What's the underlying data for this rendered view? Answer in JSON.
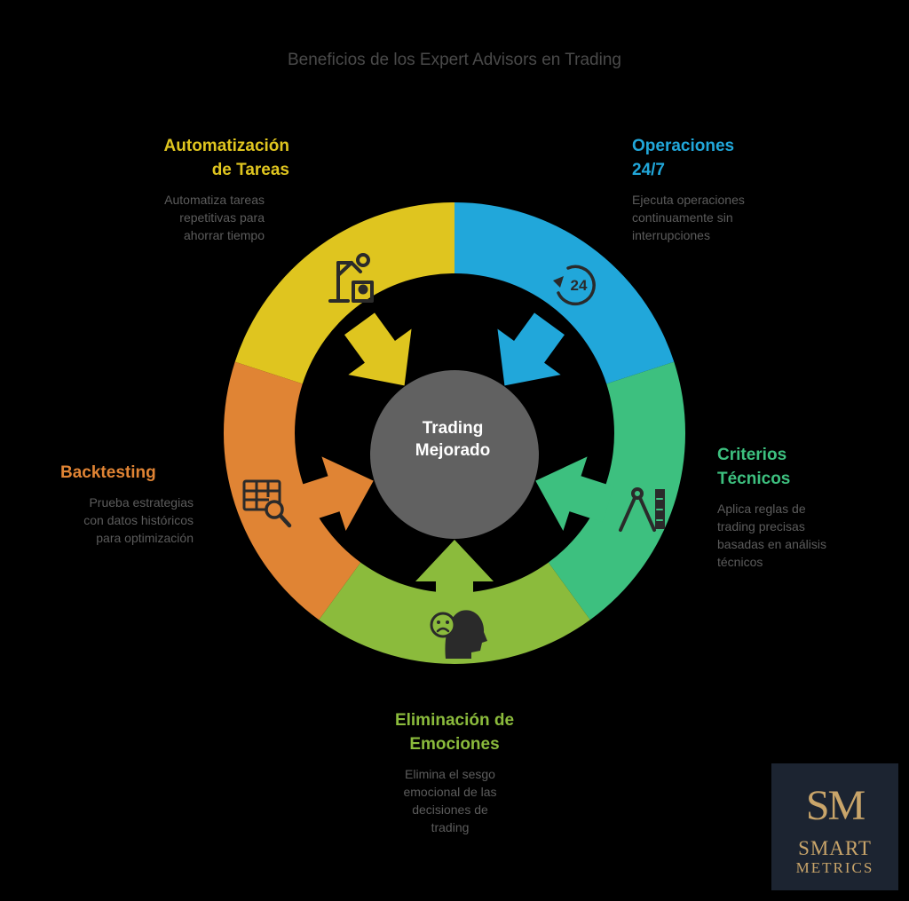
{
  "title": "Beneficios de los Expert Advisors en Trading",
  "center": {
    "line1": "Trading",
    "line2": "Mejorado"
  },
  "colors": {
    "automatizacion": "#dfc51f",
    "operaciones": "#21a7da",
    "criterios": "#3dc07f",
    "emociones": "#8bbb3c",
    "backtesting": "#e08434",
    "center": "#616161"
  },
  "segments": {
    "automatizacion": {
      "icon": "robot-arm-icon",
      "title": [
        "Automatización",
        "de Tareas"
      ],
      "desc": [
        "Automatiza tareas",
        "repetitivas para",
        "ahorrar tiempo"
      ]
    },
    "operaciones": {
      "icon": "clock-24-icon",
      "icon_text": "24",
      "title": [
        "Operaciones",
        "24/7"
      ],
      "desc": [
        "Ejecuta operaciones",
        "continuamente sin",
        "interrupciones"
      ]
    },
    "criterios": {
      "icon": "compass-ruler-icon",
      "title": [
        "Criterios",
        "Técnicos"
      ],
      "desc": [
        "Aplica reglas de",
        "trading precisas",
        "basadas en análisis",
        "técnicos"
      ]
    },
    "emociones": {
      "icon": "sad-head-icon",
      "title": [
        "Eliminación de",
        "Emociones"
      ],
      "desc": [
        "Elimina el sesgo",
        "emocional de las",
        "decisiones de",
        "trading"
      ]
    },
    "backtesting": {
      "icon": "table-search-icon",
      "title": [
        "Backtesting"
      ],
      "desc": [
        "Prueba estrategias",
        "con datos históricos",
        "para optimización"
      ]
    }
  },
  "logo": {
    "monogram": "SM",
    "word1": "SMART",
    "word2": "METRICS"
  }
}
